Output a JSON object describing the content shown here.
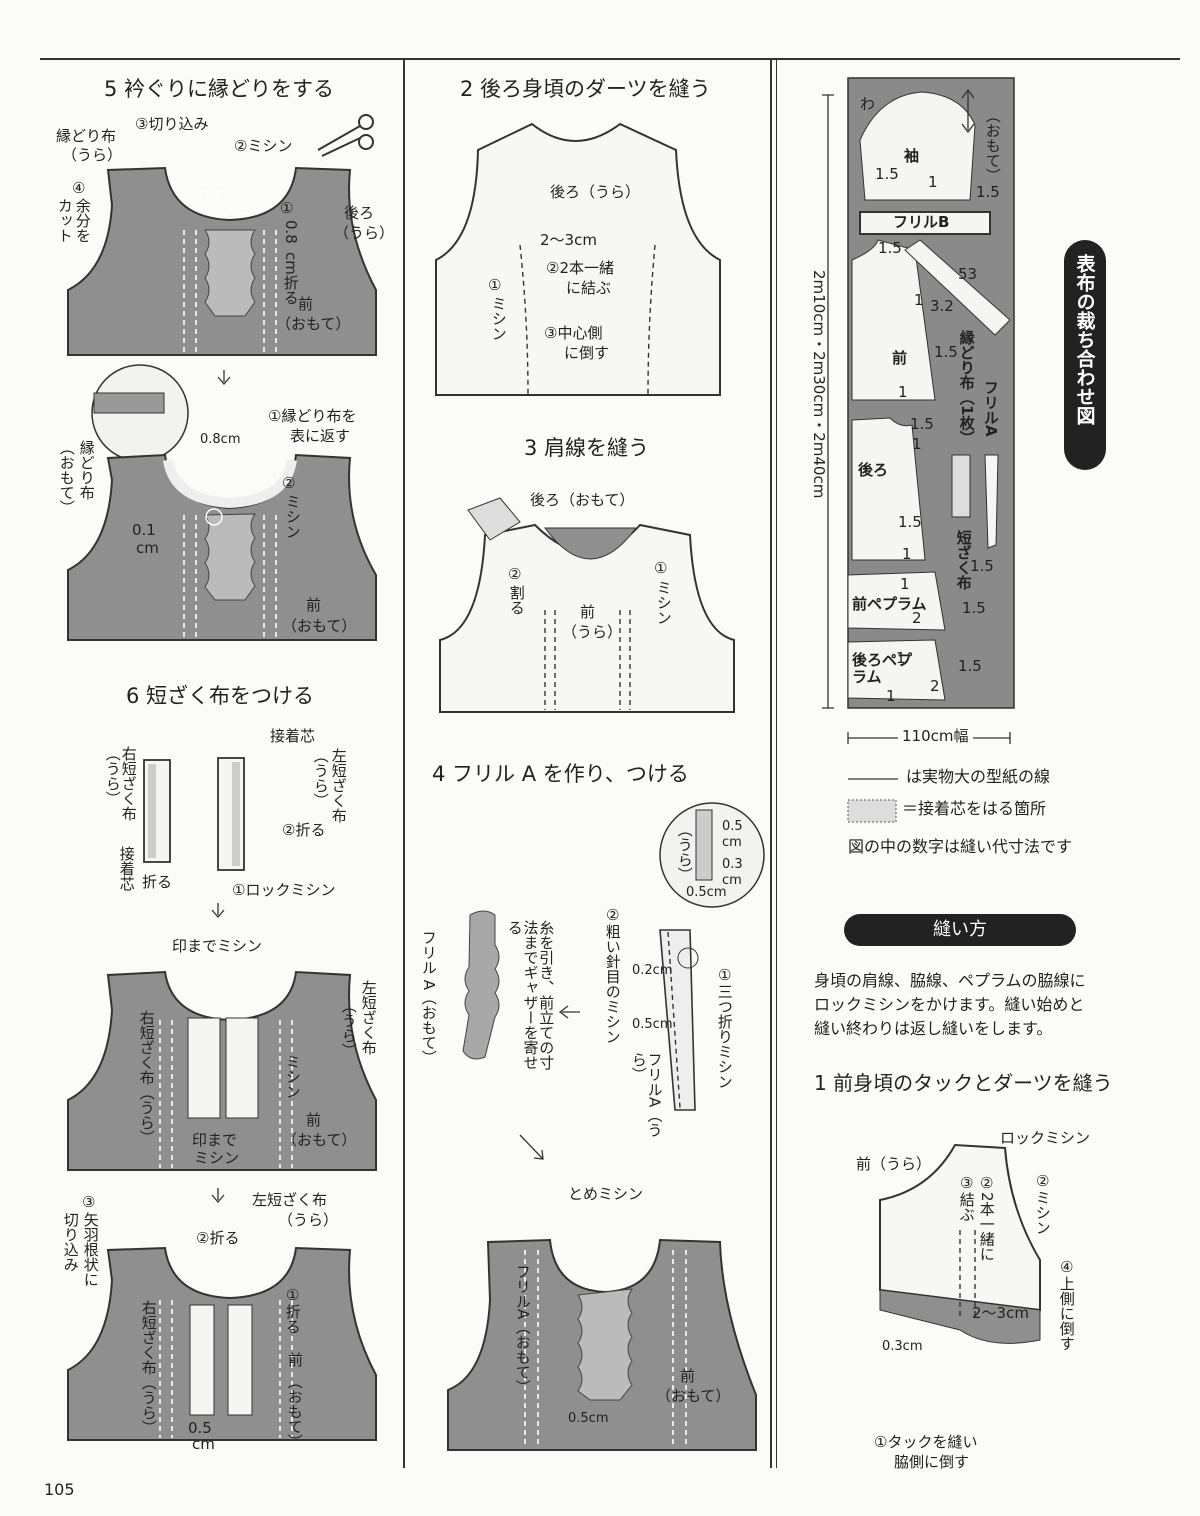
{
  "page_number": "105",
  "step5": {
    "title": "5 衿ぐりに縁どりをする",
    "a_labels": [
      "縁どり布",
      "（うら）",
      "③切り込み",
      "②ミシン",
      "0.8cm",
      "④",
      "余分を",
      "カット",
      "①",
      "0.8",
      "cm折る",
      "後ろ",
      "（うら）",
      "前",
      "（おもて）"
    ],
    "b_labels": [
      "①縁どり布を",
      "表に返す",
      "0.8cm",
      "縁どり布",
      "（おもて）",
      "0.1",
      "cm",
      "②",
      "ミシン",
      "前",
      "（おもて）"
    ]
  },
  "step6": {
    "title": "6 短ざく布をつける",
    "a_labels": [
      "右短ざく布",
      "（うら）",
      "接着芯",
      "折る",
      "接着芯",
      "左短ざく布",
      "（うら）",
      "②折る",
      "①ロックミシン"
    ],
    "b_labels": [
      "印までミシン",
      "左短ざく布",
      "（うら）",
      "右短ざく布（うら）",
      "ミシン",
      "前",
      "（おもて）",
      "印まで",
      "ミシン"
    ],
    "c_labels": [
      "左短ざく布",
      "（うら）",
      "③",
      "矢羽根状に",
      "切り込み",
      "②折る",
      "①折る",
      "右短ざく布（うら）",
      "前",
      "（おもて）",
      "0.5",
      "cm"
    ]
  },
  "step2": {
    "title": "2 後ろ身頃のダーツを縫う",
    "labels": [
      "後ろ（うら）",
      "2〜3cm",
      "②2本一緒",
      "に結ぶ",
      "①",
      "ミシン",
      "③中心側",
      "に倒す"
    ]
  },
  "step3": {
    "title": "3 肩線を縫う",
    "labels": [
      "後ろ（おもて）",
      "②",
      "割る",
      "前",
      "（うら）",
      "①",
      "ミシン"
    ]
  },
  "step4": {
    "title": "4 フリル A を作り、つける",
    "labels": [
      "（うら）",
      "0.5",
      "cm",
      "0.3",
      "cm",
      "0.5cm",
      "フリル A（おもて）",
      "糸を引き、前立ての寸法までギャザーを寄せる",
      "②粗い針目のミシン",
      "0.2cm",
      "0.5cm",
      "①三つ折りミシン",
      "フリルA（うら）",
      "とめミシン",
      "フリルA（おもて）",
      "0.5cm",
      "前",
      "（おもて）"
    ]
  },
  "layout_diagram": {
    "title": "表布の裁ち合わせ図",
    "length_label": "2m10cm・2m30cm・2m40cm",
    "width_label": "110cm幅",
    "pieces": [
      "袖",
      "フリルB",
      "前",
      "縁どり布（1枚）",
      "フリルA",
      "後ろ",
      "短ざく布",
      "前ペプラム",
      "後ろペプラム"
    ],
    "fold_mark": "わ",
    "seam_numbers": [
      "1.5",
      "1",
      "1.5",
      "1.5",
      "53",
      "3.2",
      "1",
      "1.5",
      "1",
      "1.5",
      "1",
      "1.5",
      "1",
      "1.5",
      "1",
      "1",
      "2",
      "1.5",
      "1",
      "2",
      "1.5"
    ],
    "side_text": "（おもて）",
    "legend": [
      "は実物大の型紙の線",
      "＝接着芯をはる箇所",
      "図の中の数字は縫い代寸法です"
    ]
  },
  "sewing": {
    "pill": "縫い方",
    "intro": [
      "身頃の肩線、脇線、ペプラムの脇線に",
      "ロックミシンをかけます。縫い始めと",
      "縫い終わりは返し縫いをします。"
    ],
    "step1_title": "1 前身頃のタックとダーツを縫う",
    "step1_labels": [
      "ロックミシン",
      "前（うら）",
      "③結ぶ",
      "②2本一緒に",
      "②ミシン",
      "④上側に倒す",
      "2〜3cm",
      "0.3cm",
      "①タックを縫い",
      "脇側に倒す"
    ]
  },
  "colors": {
    "fabric": "#8f8f8f",
    "ink": "#222222",
    "paper": "#fbfbf9"
  }
}
